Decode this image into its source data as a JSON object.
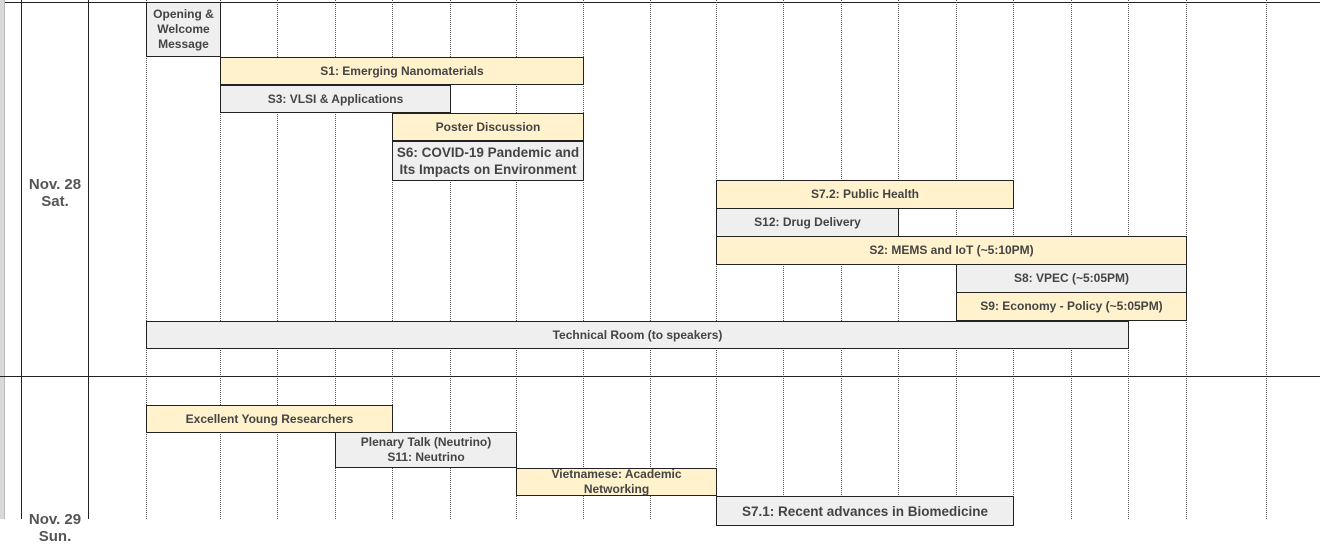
{
  "days": [
    {
      "date": "Nov. 28",
      "weekday": "Sat."
    },
    {
      "date": "Nov. 29",
      "weekday": "Sun."
    }
  ],
  "events": {
    "opening": "Opening &\nWelcome\nMessage",
    "s1": "S1: Emerging Nanomaterials",
    "s3": "S3: VLSI & Applications",
    "poster": "Poster Discussion",
    "s6": "S6: COVID-19 Pandemic and\nIts Impacts on Environment",
    "s72": "S7.2: Public Health",
    "s12": "S12: Drug Delivery",
    "s2": "S2: MEMS and IoT (~5:10PM)",
    "s8": "S8: VPEC (~5:05PM)",
    "s9": "S9: Economy - Policy (~5:05PM)",
    "tech": "Technical Room (to speakers)",
    "young": "Excellent Young Researchers",
    "plenary": "Plenary Talk (Neutrino)\nS11: Neutrino",
    "viet": "Vietnamese: Academic Networking",
    "s71": "S7.1: Recent advances in Biomedicine"
  },
  "colors": {
    "yellow": "#fff2cc",
    "gray": "#efefef",
    "border": "#222222",
    "text": "#444444"
  }
}
